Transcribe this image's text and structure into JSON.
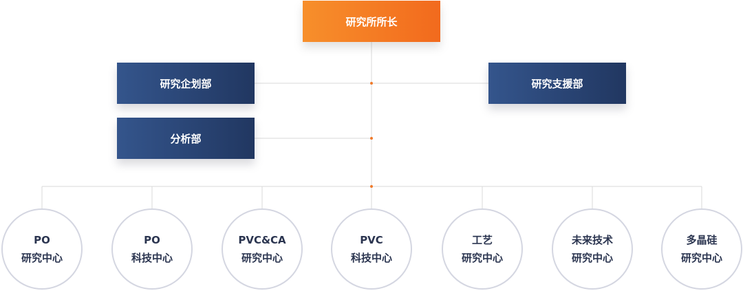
{
  "org_chart": {
    "director": "研究所所长",
    "departments": {
      "planning": "研究企划部",
      "support": "研究支援部",
      "analysis": "分析部"
    },
    "centers": [
      {
        "line1": "PO",
        "line2": "研究中心"
      },
      {
        "line1": "PO",
        "line2": "科技中心"
      },
      {
        "line1": "PVC&CA",
        "line2": "研究中心"
      },
      {
        "line1": "PVC",
        "line2": "科技中心"
      },
      {
        "line1": "工艺",
        "line2": "研究中心"
      },
      {
        "line1": "未来技术",
        "line2": "研究中心"
      },
      {
        "line1": "多晶硅",
        "line2": "研究中心"
      }
    ]
  },
  "colors": {
    "director_start": "#f78f2b",
    "director_end": "#f26a1d",
    "department_start": "#34558c",
    "department_end": "#213761",
    "connector": "#d9d9d9",
    "junction_dot": "#f07a2a",
    "circle_border": "#d4d6e1",
    "circle_text": "#2b3550"
  }
}
